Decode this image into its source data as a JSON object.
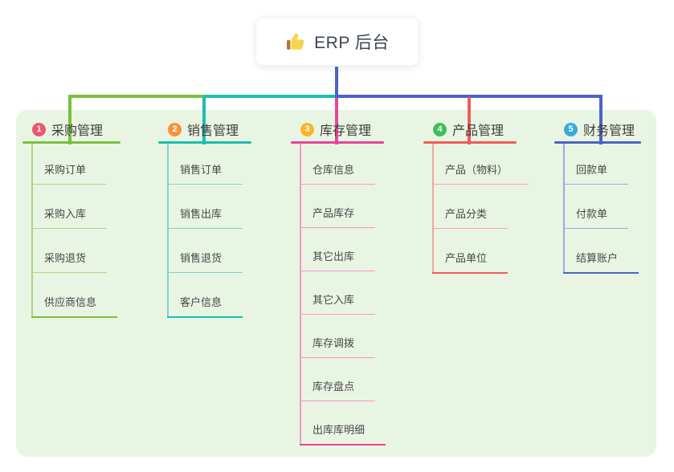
{
  "root": {
    "title": "ERP 后台",
    "icon": "thumbs-up-icon"
  },
  "branches": [
    {
      "badge": "1",
      "label": "采购管理",
      "badge_color": "#EF5670",
      "line_color": "#7CBF40",
      "light_color": "#ACD584",
      "items": [
        "采购订单",
        "采购入库",
        "采购退货",
        "供应商信息"
      ]
    },
    {
      "badge": "2",
      "label": "销售管理",
      "badge_color": "#F8913E",
      "line_color": "#19BEB1",
      "light_color": "#7FD3C9",
      "items": [
        "销售订单",
        "销售出库",
        "销售退货",
        "客户信息"
      ]
    },
    {
      "badge": "3",
      "label": "库存管理",
      "badge_color": "#FBB429",
      "line_color": "#E8459B",
      "light_color": "#F298C6",
      "items": [
        "仓库信息",
        "产品库存",
        "其它出库",
        "其它入库",
        "库存调拨",
        "库存盘点",
        "出库库明细"
      ]
    },
    {
      "badge": "4",
      "label": "产品管理",
      "badge_color": "#3EBE5C",
      "line_color": "#F15B5B",
      "light_color": "#F7A3A1",
      "items": [
        "产品（物料）",
        "产品分类",
        "产品单位"
      ]
    },
    {
      "badge": "5",
      "label": "财务管理",
      "badge_color": "#36ABE2",
      "line_color": "#4B63C8",
      "light_color": "#9AA9DF",
      "items": [
        "回款单",
        "付款单",
        "结算账户"
      ]
    }
  ],
  "connector_color": "#4B63C8",
  "panel_color": "#E9F5E3"
}
